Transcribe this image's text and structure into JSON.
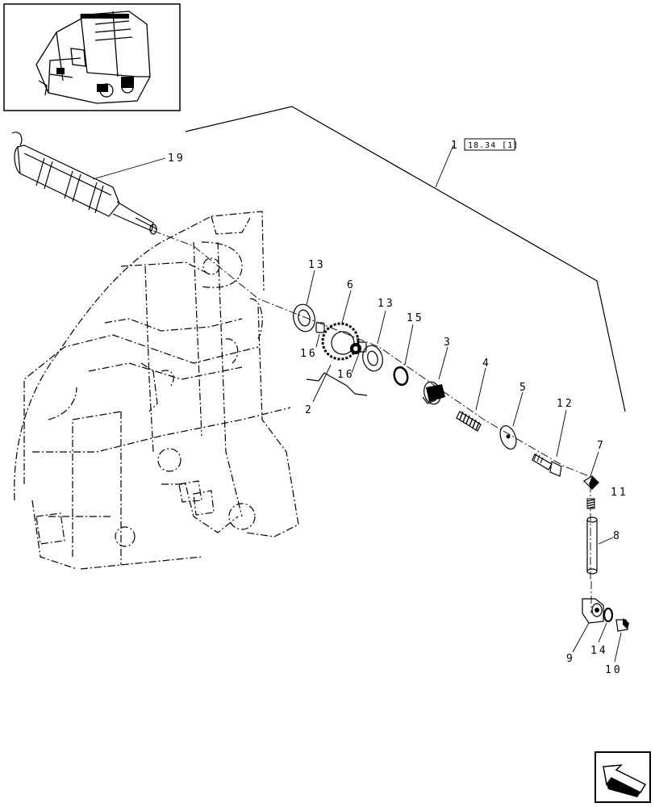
{
  "diagram": {
    "assembly_callout": {
      "number": "1",
      "reference": "18.34 [1]"
    },
    "callouts": [
      {
        "id": "c19",
        "label": "19"
      },
      {
        "id": "c13a",
        "label": "13"
      },
      {
        "id": "c6",
        "label": "6"
      },
      {
        "id": "c13b",
        "label": "13"
      },
      {
        "id": "c15",
        "label": "15"
      },
      {
        "id": "c3",
        "label": "3"
      },
      {
        "id": "c16a",
        "label": "16"
      },
      {
        "id": "c16b",
        "label": "16"
      },
      {
        "id": "c2",
        "label": "2"
      },
      {
        "id": "c4",
        "label": "4"
      },
      {
        "id": "c5",
        "label": "5"
      },
      {
        "id": "c12",
        "label": "12"
      },
      {
        "id": "c7",
        "label": "7"
      },
      {
        "id": "c11",
        "label": "11"
      },
      {
        "id": "c8",
        "label": "8"
      },
      {
        "id": "c9",
        "label": "9"
      },
      {
        "id": "c14",
        "label": "14"
      },
      {
        "id": "c10",
        "label": "10"
      }
    ],
    "icons": [
      "baler-thumbnail-icon",
      "navigation-arrow-icon"
    ]
  }
}
